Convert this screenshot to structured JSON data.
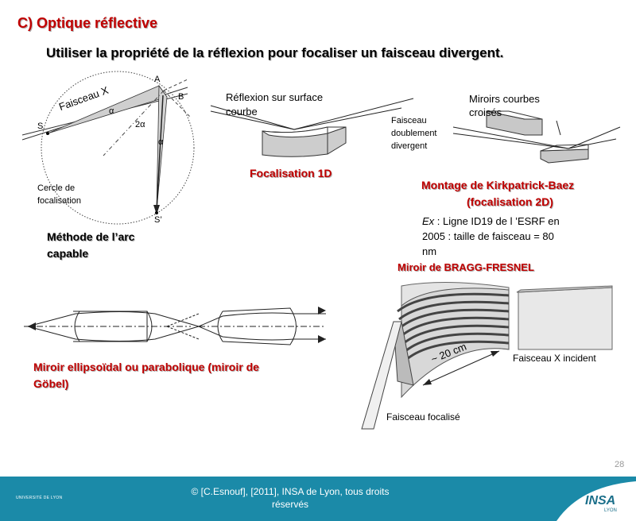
{
  "title": "C) Optique réflective",
  "subtitle": "Utiliser la propriété de la réflexion pour focaliser un faisceau divergent.",
  "arc": {
    "point_a": "A",
    "point_b": "B",
    "point_s": "S",
    "point_s2": "S’",
    "faisceau": "Faisceau X",
    "alpha1": "α",
    "two_alpha": "2α",
    "alpha2": "α",
    "cercle_line1": "Cercle de",
    "cercle_line2": "focalisation",
    "caption_line1": "Méthode de l’arc",
    "caption_line2": "capable"
  },
  "reflexion": {
    "label_line1": "Réflexion sur surface",
    "label_line2": "courbe",
    "caption": "Focalisation 1D"
  },
  "kb": {
    "miroirs_line1": "Miroirs courbes",
    "miroirs_line2": "croisés",
    "faisceau_line1": "Faisceau",
    "faisceau_line2": "doublement",
    "faisceau_line3": "divergent",
    "caption_line1": "Montage de Kirkpatrick-Baez",
    "caption_line2": "(focalisation 2D)",
    "ex_label": "Ex",
    "ex_line1": " : Ligne ID19 de l ’ESRF en",
    "ex_line2": "2005 : taille de faisceau = 80",
    "ex_line3": "nm"
  },
  "bragg": {
    "title": "Miroir de BRAGG-FRESNEL",
    "size": "~ 20 cm",
    "incident": "Faisceau X incident",
    "focalise": "Faisceau focalisé"
  },
  "gobel": {
    "caption_line1": "Miroir ellipsoïdal ou parabolique (miroir de",
    "caption_line2": "Göbel)"
  },
  "footer": {
    "line1": "© [C.Esnouf], [2011], INSA de Lyon, tous droits",
    "line2": "réservés",
    "logo_left": "UNIVERSITÉ DE LYON",
    "logo_right": "INSA",
    "logo_right_sub": "LYON"
  },
  "page_number": "28",
  "colors": {
    "accent_red": "#c00000",
    "footer_bg": "#1b8aa8"
  }
}
